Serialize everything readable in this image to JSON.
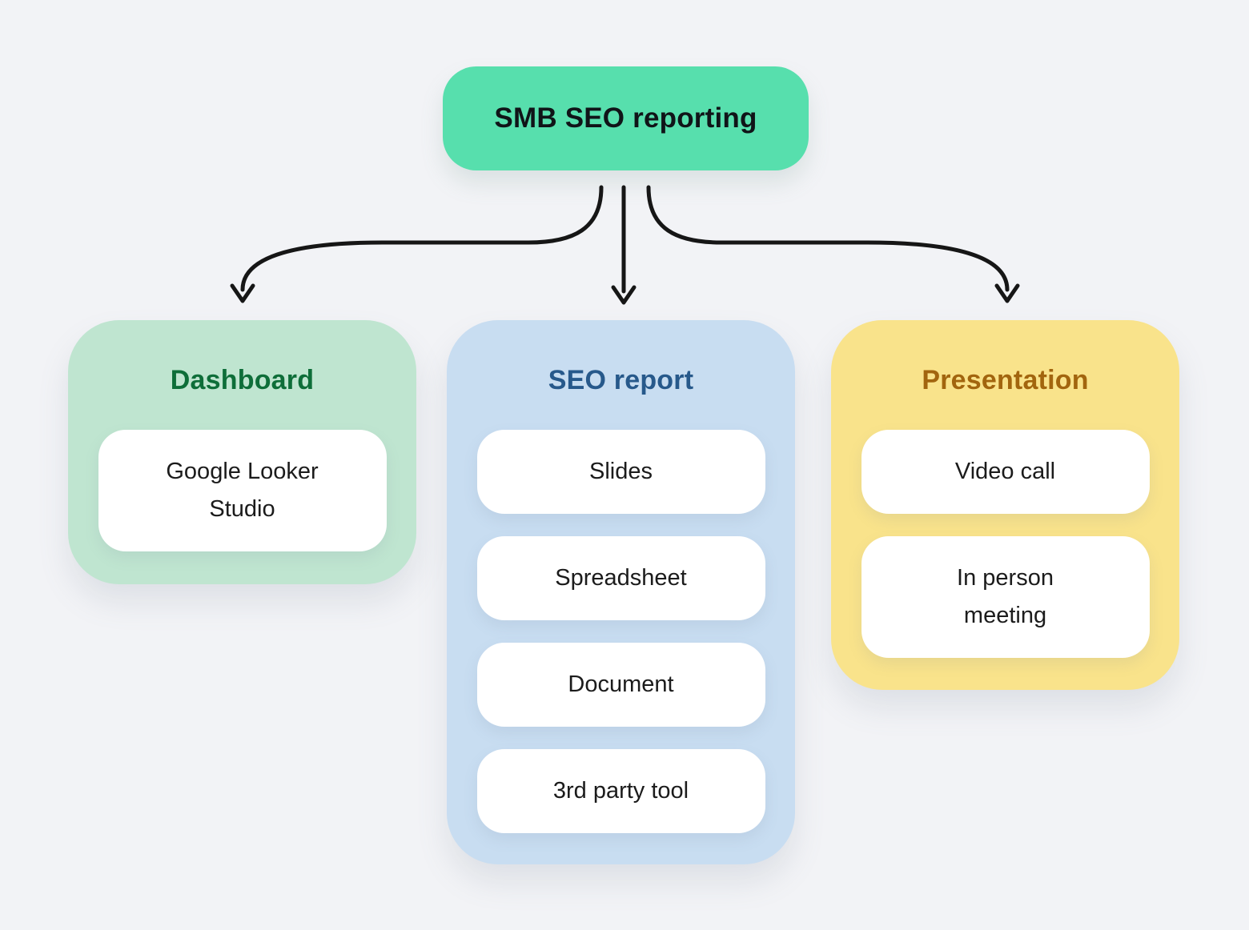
{
  "diagram": {
    "type": "flowchart",
    "root": {
      "label": "SMB SEO reporting"
    },
    "groups": [
      {
        "title": "Dashboard",
        "items": [
          {
            "label": "Google Looker Studio"
          }
        ]
      },
      {
        "title": "SEO report",
        "items": [
          {
            "label": "Slides"
          },
          {
            "label": "Spreadsheet"
          },
          {
            "label": "Document"
          },
          {
            "label": "3rd party tool"
          }
        ]
      },
      {
        "title": "Presentation",
        "items": [
          {
            "label": "Video call"
          },
          {
            "label": "In person meeting"
          }
        ]
      }
    ],
    "colors": {
      "background": "#f2f3f6",
      "root_node_bg": "#57dfad",
      "root_node_text": "#101418",
      "dashboard_card_bg": "#bfe5d0",
      "dashboard_title": "#0e6e39",
      "seo_card_bg": "#c8ddf1",
      "seo_title": "#27598b",
      "presentation_card_bg": "#f9e38b",
      "presentation_title": "#a2650e",
      "item_bg": "#ffffff",
      "item_text": "#1b1b1b",
      "arrow": "#161616"
    }
  }
}
